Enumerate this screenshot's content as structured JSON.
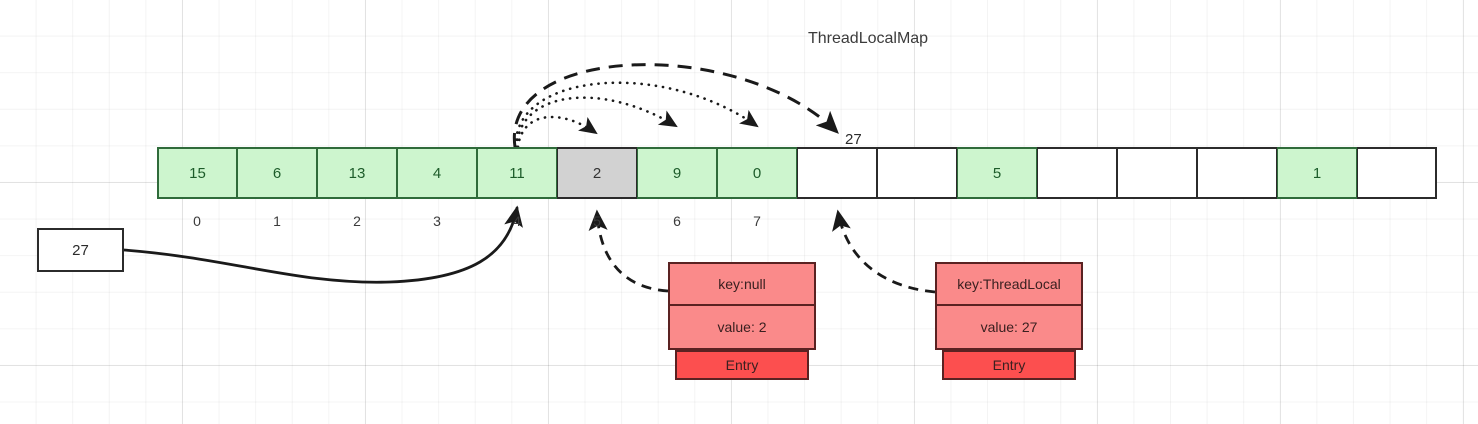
{
  "diagram": {
    "title": "ThreadLocalMap",
    "array": {
      "name": "threadlocalmap-table",
      "cells": [
        {
          "value": "15",
          "state": "green"
        },
        {
          "value": "6",
          "state": "green"
        },
        {
          "value": "13",
          "state": "green"
        },
        {
          "value": "4",
          "state": "green"
        },
        {
          "value": "11",
          "state": "green"
        },
        {
          "value": "2",
          "state": "gray"
        },
        {
          "value": "9",
          "state": "green"
        },
        {
          "value": "0",
          "state": "green"
        },
        {
          "value": "",
          "state": "empty"
        },
        {
          "value": "",
          "state": "empty"
        },
        {
          "value": "5",
          "state": "green"
        },
        {
          "value": "",
          "state": "empty"
        },
        {
          "value": "",
          "state": "empty"
        },
        {
          "value": "",
          "state": "empty"
        },
        {
          "value": "1",
          "state": "green"
        },
        {
          "value": "",
          "state": "empty"
        }
      ],
      "indices": [
        "0",
        "1",
        "2",
        "3",
        "4",
        "5",
        "6",
        "7"
      ]
    },
    "source_box": {
      "value": "27"
    },
    "probe_label": {
      "value": "27"
    },
    "entries": [
      {
        "key": "key:null",
        "value": "value: 2",
        "tag": "Entry"
      },
      {
        "key": "key:ThreadLocal",
        "value": "value: 27",
        "tag": "Entry"
      }
    ],
    "colors": {
      "occupied": "#cdf5ce",
      "stale": "#d2d2d2",
      "empty": "#ffffff",
      "entry_kv": "#fa8a8a",
      "entry_tag": "#fc4f4f",
      "stroke": "#2b2b2b"
    }
  }
}
